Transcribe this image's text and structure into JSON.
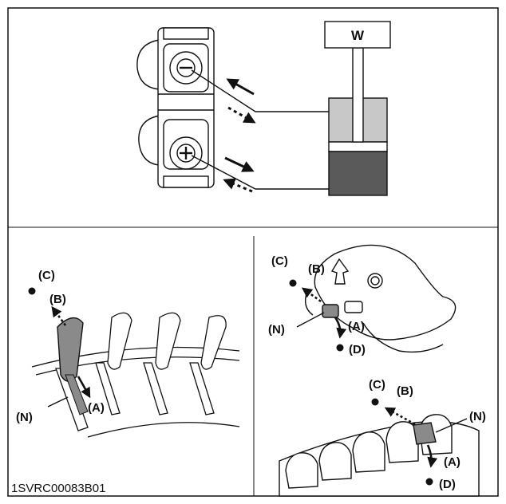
{
  "figure": {
    "weight_label": "W",
    "figure_code": "1SVRC00083B01"
  },
  "lever_panel": {
    "labels": {
      "c": "(C)",
      "b": "(B)",
      "a": "(A)",
      "n": "(N)"
    }
  },
  "joystick_panel": {
    "labels": {
      "c": "(C)",
      "b": "(B)",
      "a": "(A)",
      "n": "(N)",
      "d": "(D)"
    }
  },
  "switch_panel": {
    "labels": {
      "c": "(C)",
      "b": "(B)",
      "a": "(A)",
      "n": "(N)",
      "d": "(D)"
    }
  },
  "colors": {
    "line": "#111111",
    "cylinder_upper": "#c8c8c8",
    "cylinder_lower": "#5a5a5a",
    "highlight": "#8a8a8a"
  }
}
